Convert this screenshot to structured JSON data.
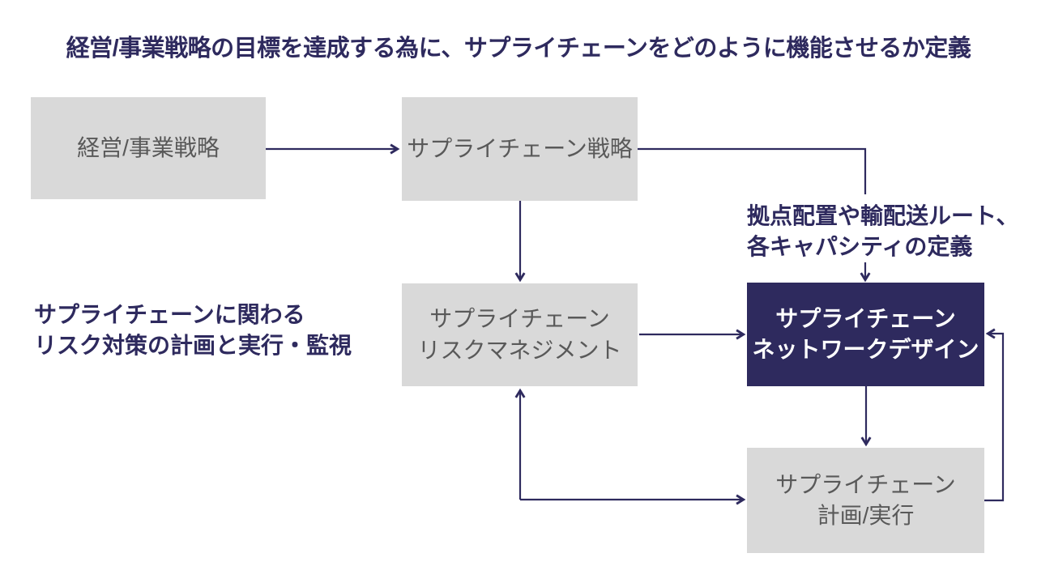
{
  "title": "経営/事業戦略の目標を達成する為に、サプライチェーンをどのように機能させるか定義",
  "colors": {
    "navy": "#2e2a5e",
    "box_gray": "#d9d9d9",
    "box_text_gray": "#595959",
    "background": "#ffffff",
    "highlight_text": "#ffffff"
  },
  "boxes": {
    "business_strategy": {
      "label": "経営/事業戦略"
    },
    "supply_chain_strategy": {
      "label": "サプライチェーン戦略"
    },
    "risk_management": {
      "line1": "サプライチェーン",
      "line2": "リスクマネジメント"
    },
    "network_design": {
      "line1": "サプライチェーン",
      "line2": "ネットワークデザイン"
    },
    "plan_execution": {
      "line1": "サプライチェーン",
      "line2": "計画/実行"
    }
  },
  "annotations": {
    "network_design_note": {
      "line1": "拠点配置や輸配送ルート、",
      "line2": "各キャパシティの定義"
    },
    "risk_note": {
      "line1": "サプライチェーンに関わる",
      "line2": "リスク対策の計画と実行・監視"
    }
  }
}
